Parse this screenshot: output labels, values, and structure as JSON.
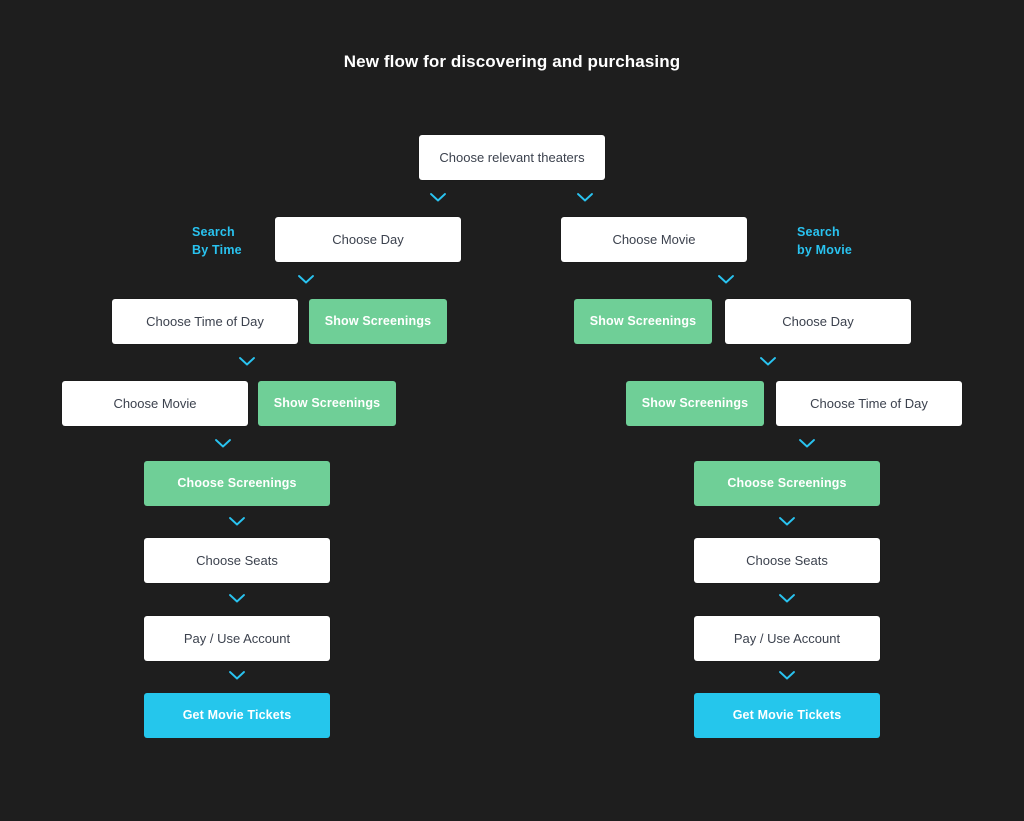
{
  "page": {
    "title": "New flow for discovering and purchasing",
    "background_color": "#1e1e1e"
  },
  "colors": {
    "background": "#1e1e1e",
    "node_white_bg": "#ffffff",
    "node_white_text": "#3c424e",
    "node_green_bg": "#6fcf97",
    "node_cyan_bg": "#25c6ec",
    "connector": "#29c3f0",
    "branch_label": "#29c3f0",
    "title_text": "#ffffff"
  },
  "diagram": {
    "type": "flowchart",
    "root": {
      "id": "choose-relevant-theaters",
      "label": "Choose relevant theaters",
      "style": "white"
    },
    "branch_labels": {
      "left": "Search\nBy Time",
      "right": "Search\nby Movie"
    },
    "left_branch": {
      "name": "Search By Time",
      "steps": [
        {
          "id": "left-choose-day",
          "label": "Choose Day",
          "style": "white"
        },
        {
          "id": "left-choose-time-of-day",
          "label": "Choose Time of Day",
          "style": "white"
        },
        {
          "id": "left-show-screenings-1",
          "label": "Show Screenings",
          "style": "green"
        },
        {
          "id": "left-choose-movie",
          "label": "Choose Movie",
          "style": "white"
        },
        {
          "id": "left-show-screenings-2",
          "label": "Show Screenings",
          "style": "green"
        },
        {
          "id": "left-choose-screenings",
          "label": "Choose Screenings",
          "style": "green"
        },
        {
          "id": "left-choose-seats",
          "label": "Choose Seats",
          "style": "white"
        },
        {
          "id": "left-pay-use-account",
          "label": "Pay / Use Account",
          "style": "white"
        },
        {
          "id": "left-get-movie-tickets",
          "label": "Get Movie Tickets",
          "style": "cyan"
        }
      ]
    },
    "right_branch": {
      "name": "Search by Movie",
      "steps": [
        {
          "id": "right-choose-movie",
          "label": "Choose Movie",
          "style": "white"
        },
        {
          "id": "right-show-screenings-1",
          "label": "Show Screenings",
          "style": "green"
        },
        {
          "id": "right-choose-day",
          "label": "Choose Day",
          "style": "white"
        },
        {
          "id": "right-show-screenings-2",
          "label": "Show Screenings",
          "style": "green"
        },
        {
          "id": "right-choose-time-of-day",
          "label": "Choose Time of Day",
          "style": "white"
        },
        {
          "id": "right-choose-screenings",
          "label": "Choose Screenings",
          "style": "green"
        },
        {
          "id": "right-choose-seats",
          "label": "Choose Seats",
          "style": "white"
        },
        {
          "id": "right-pay-use-account",
          "label": "Pay / Use Account",
          "style": "white"
        },
        {
          "id": "right-get-movie-tickets",
          "label": "Get Movie Tickets",
          "style": "cyan"
        }
      ]
    },
    "connector_icon": "chevron-down-icon"
  }
}
